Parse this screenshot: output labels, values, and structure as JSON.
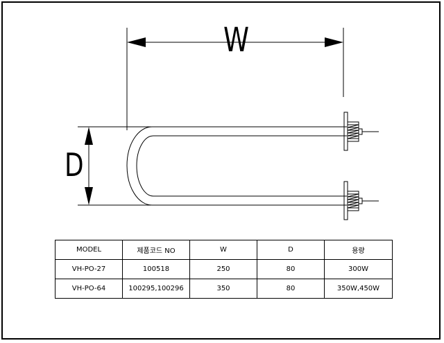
{
  "drawing": {
    "width_label": "W",
    "depth_label": "D"
  },
  "spec_table": {
    "headers": [
      "MODEL",
      "제품코드 NO",
      "W",
      "D",
      "용량"
    ],
    "rows": [
      [
        "VH-PO-27",
        "100518",
        "250",
        "80",
        "300W"
      ],
      [
        "VH-PO-64",
        "100295,100296",
        "350",
        "80",
        "350W,450W"
      ]
    ]
  }
}
